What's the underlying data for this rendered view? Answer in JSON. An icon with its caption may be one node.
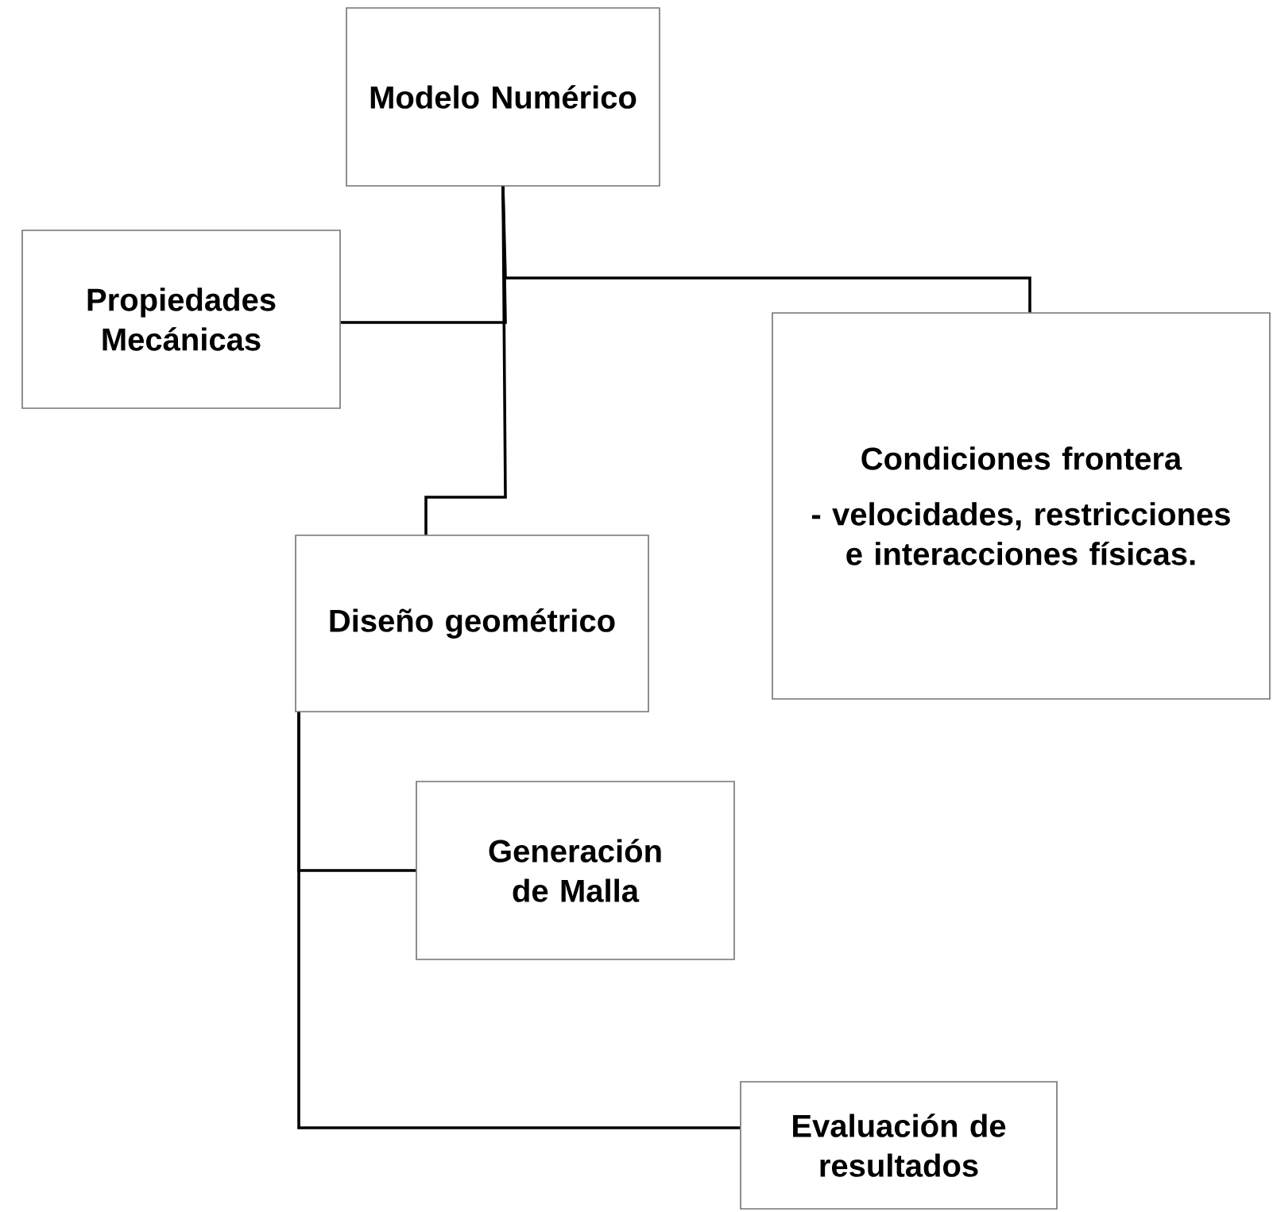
{
  "diagram": {
    "nodes": [
      {
        "text": [
          "Modelo Numérico"
        ]
      },
      {
        "text": [
          "Propiedades Mecánicas"
        ]
      },
      {
        "text": [
          "Condiciones frontera",
          "- velocidades, restricciones e interacciones físicas."
        ]
      },
      {
        "text": [
          "Diseño geométrico"
        ]
      },
      {
        "text": [
          "Generación de Malla"
        ]
      },
      {
        "text": [
          "Evaluación de resultados"
        ]
      }
    ],
    "edges": [
      {
        "from": 0,
        "to": 1,
        "arrow": "none"
      },
      {
        "from": 0,
        "to": 2,
        "arrow": "none"
      },
      {
        "from": 0,
        "to": 3,
        "arrow": "none"
      },
      {
        "from": 3,
        "to": 4,
        "arrow": "none"
      },
      {
        "from": 3,
        "to": 5,
        "arrow": "none"
      }
    ]
  }
}
